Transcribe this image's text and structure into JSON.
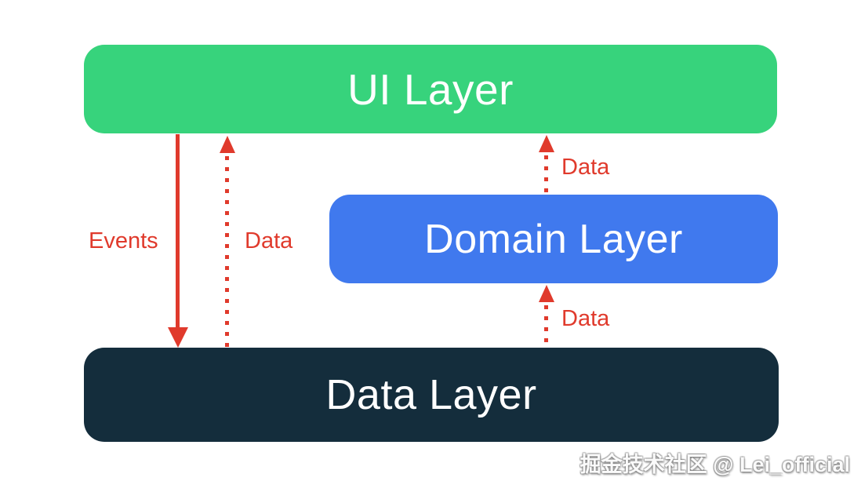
{
  "diagram": {
    "layers": [
      {
        "id": "ui",
        "label": "UI Layer",
        "color": "#37d37c"
      },
      {
        "id": "domain",
        "label": "Domain Layer",
        "color": "#4079ee"
      },
      {
        "id": "data",
        "label": "Data Layer",
        "color": "#142d3c"
      }
    ],
    "arrows": [
      {
        "label": "Events",
        "style": "solid",
        "direction": "down",
        "from": "UI Layer",
        "to": "Data Layer"
      },
      {
        "label": "Data",
        "style": "dotted",
        "direction": "up",
        "from": "Data Layer",
        "to": "UI Layer"
      },
      {
        "label": "Data",
        "style": "dotted",
        "direction": "up",
        "from": "Domain Layer",
        "to": "UI Layer"
      },
      {
        "label": "Data",
        "style": "dotted",
        "direction": "up",
        "from": "Data Layer",
        "to": "Domain Layer"
      }
    ],
    "arrow_color": "#e03a2c",
    "text_color": "#ffffff",
    "background": "#ffffff"
  },
  "watermark": {
    "text": "掘金技术社区 @ Lei_official"
  }
}
